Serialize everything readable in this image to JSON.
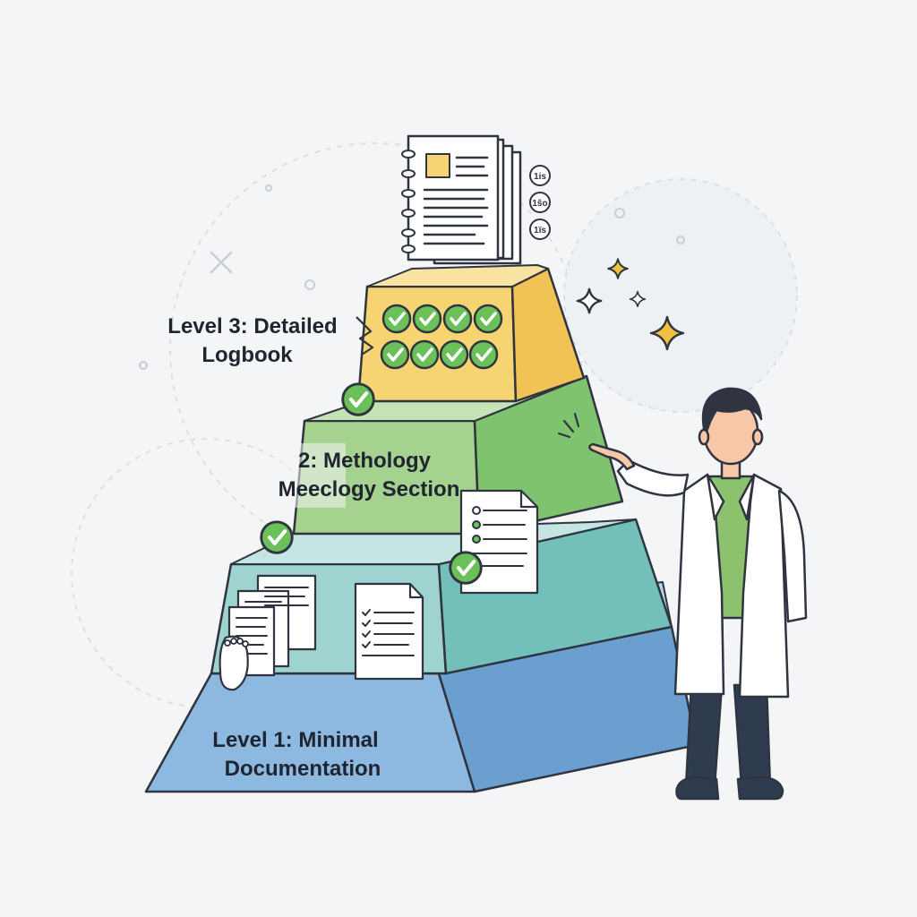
{
  "levels": [
    {
      "id": "level-1",
      "label_lines": [
        "Level 1: Minimal",
        "Documentation"
      ]
    },
    {
      "id": "level-2",
      "label_lines": [
        "2: Methology",
        "Meeclogy Section"
      ]
    },
    {
      "id": "level-3",
      "label_lines": [
        "Level 3: Detailed",
        "Logbook"
      ]
    }
  ],
  "badges": [
    "1is",
    "1ŝo",
    "1ïs"
  ],
  "colors": {
    "background": "#f4f5f6",
    "level_1_front": "#8db9e0",
    "level_1_side": "#6a9fd0",
    "level_teal_front": "#9fd3cf",
    "level_teal_side": "#73bfba",
    "level_2_front": "#a6d28f",
    "level_2_side": "#7fc36f",
    "level_3_front": "#f6d471",
    "level_3_side": "#f0c354",
    "check_green": "#6cc05a",
    "outline": "#2f3440",
    "star": "#f0c040",
    "coat": "#ffffff",
    "shirt": "#8cc26e",
    "pants": "#2f3b4e",
    "skin": "#f6c8a8",
    "hair": "#2f3440"
  },
  "icons": [
    "check-icon",
    "document-icon",
    "notebook-icon",
    "sparkle-icon",
    "footprint-icon",
    "scientist-figure"
  ]
}
